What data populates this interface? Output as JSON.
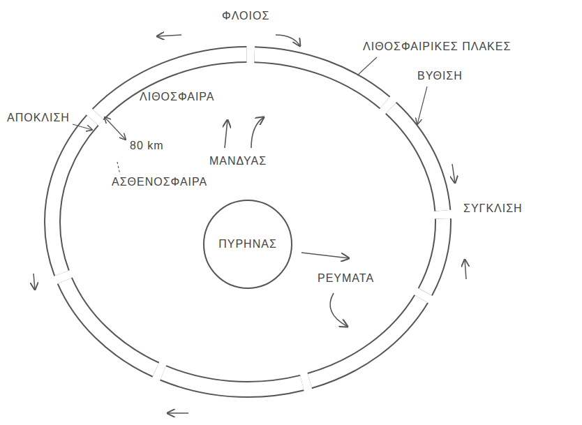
{
  "diagram": {
    "nodes": [
      {
        "text": [
          "ΠΥΡΗΝΑΣ"
        ]
      }
    ],
    "labels": [
      "ΦΛΟΙΟΣ",
      "ΛΙΘΟΣΦΑΙΡΙΚΕΣ ΠΛΑΚΕΣ",
      "ΒΥΘΙΣΗ",
      "ΣΥΓΚΛΙΣΗ",
      "ΑΠΟΚΛΙΣΗ",
      "ΛΙΘΟΣΦΑΙΡΑ",
      "80 km",
      "ΑΣΘΕΝΟΣΦΑΙΡΑ",
      "ΜΑΝΔΥΑΣ",
      "ΡΕΥΜΑΤΑ"
    ]
  }
}
